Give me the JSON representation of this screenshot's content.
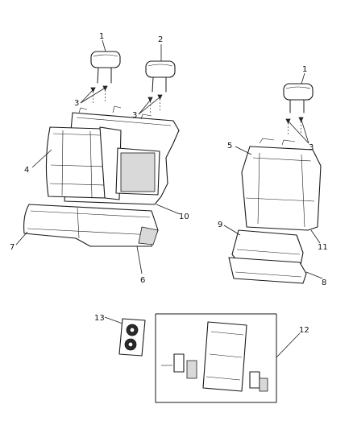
{
  "callouts": {
    "headrest_left": "1",
    "headrest_center": "2",
    "screws_left_a": "3",
    "screws_left_b": "3",
    "screws_right": "3",
    "headrest_right": "1",
    "seatback_left": "4",
    "seatback_right": "5",
    "cushion_left": "6",
    "cushion_left_edge": "7",
    "cushion_right_frame": "8",
    "cushion_right": "9",
    "frame_left": "10",
    "frame_right": "11",
    "latch_kit": "12",
    "armrest_cupholder": "13"
  }
}
